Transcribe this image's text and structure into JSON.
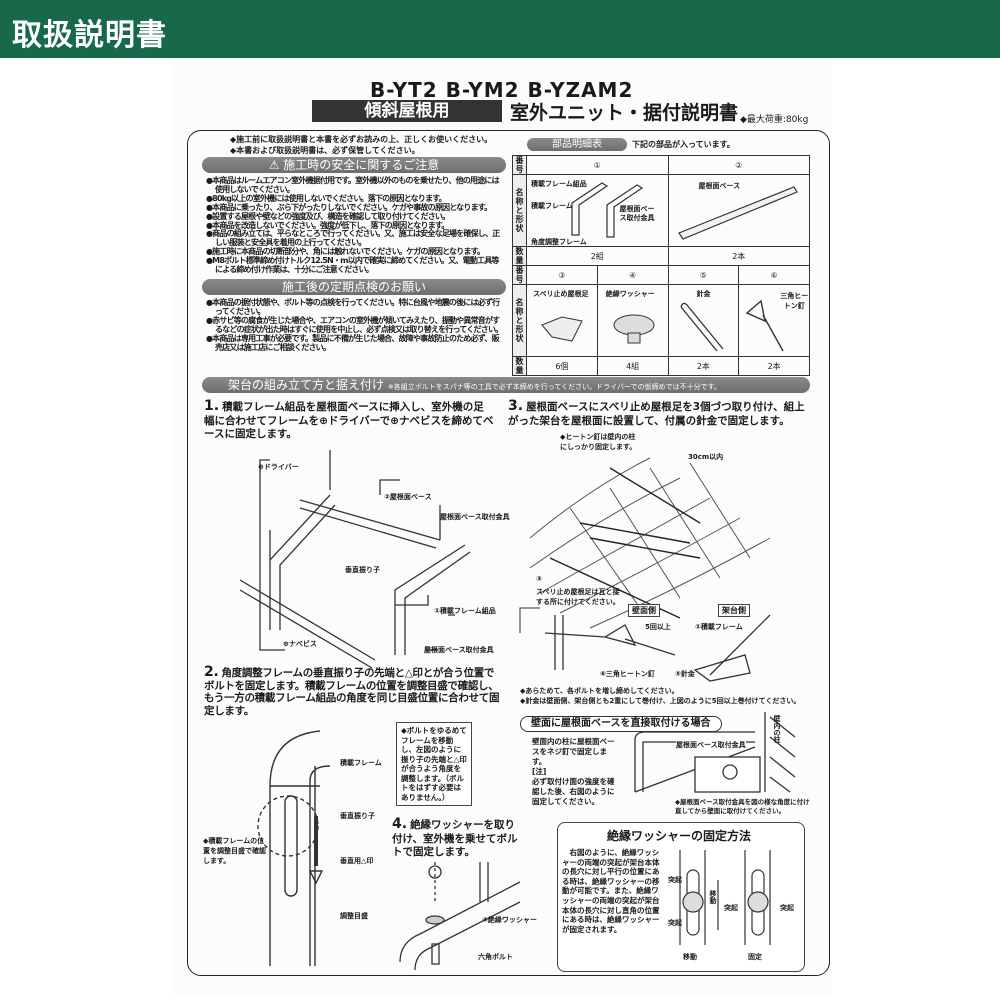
{
  "header": {
    "title": "取扱説明書"
  },
  "doc": {
    "models": "B-YT2  B-YM2  B-YZAM2",
    "category": "傾斜屋根用",
    "subtitle": "室外ユニット・据付説明書",
    "max_load": "◆最大荷重:80kg",
    "intro": [
      "◆施工前に取扱説明書と本書を必ずお読みの上、正しくお使いください。",
      "◆本書および取扱説明書は、必ず保管してください。"
    ],
    "safety": {
      "title": "⚠ 施工時の安全に関するご注意",
      "items": [
        "●本商品はルームエアコン室外機据付用です。室外機以外のものを乗せたり、他の用途には使用しないでください。",
        "●80kg以上の室外機には使用しないでください。落下の原因となります。",
        "●本商品に乗ったり、ぶら下がったりしないでください。ケガや事故の原因となります。",
        "●設置する屋根や壁などの強度及び、構造を確認して取り付けてください。",
        "●本商品を改造しないでください。強度が低下し、落下の原因となります。",
        "●商品の組み立ては、平らなところで行ってください。又、施工は安全な足場を確保し、正しい服装と安全具を着用の上行ってください。",
        "●施工時に本商品の切断部分や、角には触れないでください。ケガの原因となります。",
        "●M8ボルト標準締め付けトルク12.5N・m以内で確実に締めてください。又、電動工具等による締め付け作業は、十分にご注意ください。"
      ]
    },
    "inspection": {
      "title": "施工後の定期点検のお願い",
      "items": [
        "●本商品の据付状態や、ボルト等の点検を行ってください。特に台風や地震の後には必ず行ってください。",
        "●赤サビ等の腐食が生じた場合や、エアコンの室外機が傾いてみえたり、振動や異常音がするなどの症状が出た時はすぐに使用を中止し、必ず点検又は取り替えを行ってください。",
        "●本商品は専用工事が必要です。製品に不備が生じた場合、故障や事故防止のため必ず、販売店又は施工店にご相談ください。"
      ]
    },
    "parts": {
      "title": "部品明細表",
      "note": "下記の部品が入っています。",
      "row_no": "番号",
      "row_name": "名称と形状",
      "row_qty": "数量",
      "items": [
        {
          "no": "①",
          "labels": [
            "積載フレーム組品",
            "積載フレーム",
            "角度調整フレーム",
            "屋根面ベース取付金具"
          ],
          "qty": "2組"
        },
        {
          "no": "②",
          "labels": [
            "屋根面ベース"
          ],
          "qty": "2本"
        },
        {
          "no": "③",
          "labels": [
            "スベリ止め屋根足"
          ],
          "qty": "6個"
        },
        {
          "no": "④",
          "labels": [
            "絶縁ワッシャー"
          ],
          "qty": "4組"
        },
        {
          "no": "⑤",
          "labels": [
            "針金"
          ],
          "qty": "2本"
        },
        {
          "no": "⑥",
          "labels": [
            "三角ヒートン釘"
          ],
          "qty": "2本"
        }
      ]
    },
    "assembly": {
      "title": "架台の組み立て方と据え付け",
      "note": "※各組立ボルトをスパナ等の工具で必ず本締めを行ってください。ドライバーでの仮締めでは不十分です。"
    },
    "step1": {
      "num": "1.",
      "text": "積載フレーム組品を屋根面ベースに挿入し、室外機の足幅に合わせてフレームを⊕ドライバーで⊕ナベビスを締めてベースに固定します。",
      "labels": [
        "⊕ドライバー",
        "②屋根面ベース",
        "屋根面ベース取付金具",
        "垂直振り子",
        "①積載フレーム組品",
        "⊕ナベビス",
        "屋根面ベース取付金具"
      ]
    },
    "step2": {
      "num": "2.",
      "text": "角度調整フレームの垂直振り子の先端と△印とが合う位置でボルトを固定します。積載フレームの位置を調整目盛で確認し、もう一方の積載フレーム組品の角度を同じ目盛位置に合わせて固定します。",
      "labels": [
        "積載フレーム",
        "垂直振り子",
        "◆積載フレームの位置を調整目盛で確認します。",
        "垂直用△印",
        "調整目盛"
      ],
      "note": "◆ボルトをゆるめてフレームを移動し、左図のように振り子の先端と△印が合うよう角度を調整します。（ボルトをはずす必要はありません。）"
    },
    "step3": {
      "num": "3.",
      "text": "屋根面ベースにスベリ止め屋根足を3個づつ取り付け、組上がった架台を屋根面に設置して、付属の針金で固定します。",
      "labels": [
        "◆ヒートン釘は壁内の柱にしっかり固定します。",
        "30cm以内",
        "③",
        "スベリ止め屋根足は瓦と接する所に付けてください。",
        "壁面側",
        "架台側",
        "5回以上",
        "①積載フレーム",
        "⑥三角ヒートン釘",
        "⑤針金"
      ],
      "notes": [
        "◆あらためて、各ボルトを増し締めしてください。",
        "◆針金は壁面側、架台側とも2重にして巻付け、上図のように5回以上巻付けてください。"
      ]
    },
    "step4": {
      "num": "4.",
      "text": "絶縁ワッシャーを取り付け、室外機を乗せてボルトで固定します。",
      "labels": [
        "④絶縁ワッシャー",
        "六角ボルト"
      ]
    },
    "wall": {
      "title": "壁面に屋根面ベースを直接取付ける場合",
      "text": [
        "壁面内の柱に屋根面ベースをネジ釘で固定します。",
        "[注]",
        "必ず取付け面の強度を確認した後、右図のように固定してください。"
      ],
      "labels": [
        "屋根面ベース取付金具",
        "壁内の柱"
      ],
      "note": "◆屋根面ベース取付金具を図の様な角度に付け直してから壁面に取付けてください。"
    },
    "washer": {
      "title": "絶縁ワッシャーの固定方法",
      "text": "右図のように、絶縁ワッシャーの両端の突起が架台本体の長穴に対し平行の位置にある時は、絶縁ワッシャーの移動が可能です。また、絶縁ワッシャーの両端の突起が架台本体の長穴に対し直角の位置にある時は、絶縁ワッシャーが固定されます。",
      "labels": {
        "protrusion": "突起",
        "move_arrow": "移動",
        "moving": "移動",
        "fixed": "固定"
      }
    }
  },
  "colors": {
    "header": "#17694a",
    "pill": "#777777"
  }
}
